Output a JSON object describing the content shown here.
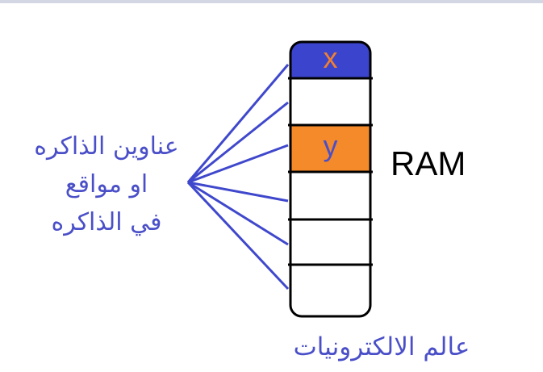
{
  "address_label_lines": [
    "عناوين الذاكره",
    "او مواقع",
    "في الذاكره"
  ],
  "memory_label": "RAM",
  "caption": "عالم الالكترونيات",
  "cells": [
    {
      "value": "x",
      "highlighted": true,
      "fill": "#3b44cc",
      "text_color": "#f08030"
    },
    {
      "value": "",
      "highlighted": false,
      "fill": "#ffffff",
      "text_color": ""
    },
    {
      "value": "y",
      "highlighted": true,
      "fill": "#f58a2a",
      "text_color": "#4a4fc8"
    },
    {
      "value": "",
      "highlighted": false,
      "fill": "#ffffff",
      "text_color": ""
    },
    {
      "value": "",
      "highlighted": false,
      "fill": "#ffffff",
      "text_color": ""
    },
    {
      "value": "",
      "highlighted": false,
      "fill": "#ffffff",
      "text_color": ""
    },
    {
      "value": "",
      "highlighted": false,
      "fill": "#ffffff",
      "text_color": ""
    }
  ],
  "colors": {
    "pointer_lines": "#3f48cc",
    "address_text": "#4a4fc8",
    "caption_text": "#4a4fc8",
    "memory_outline": "#000000",
    "memory_label_text": "#000000"
  }
}
